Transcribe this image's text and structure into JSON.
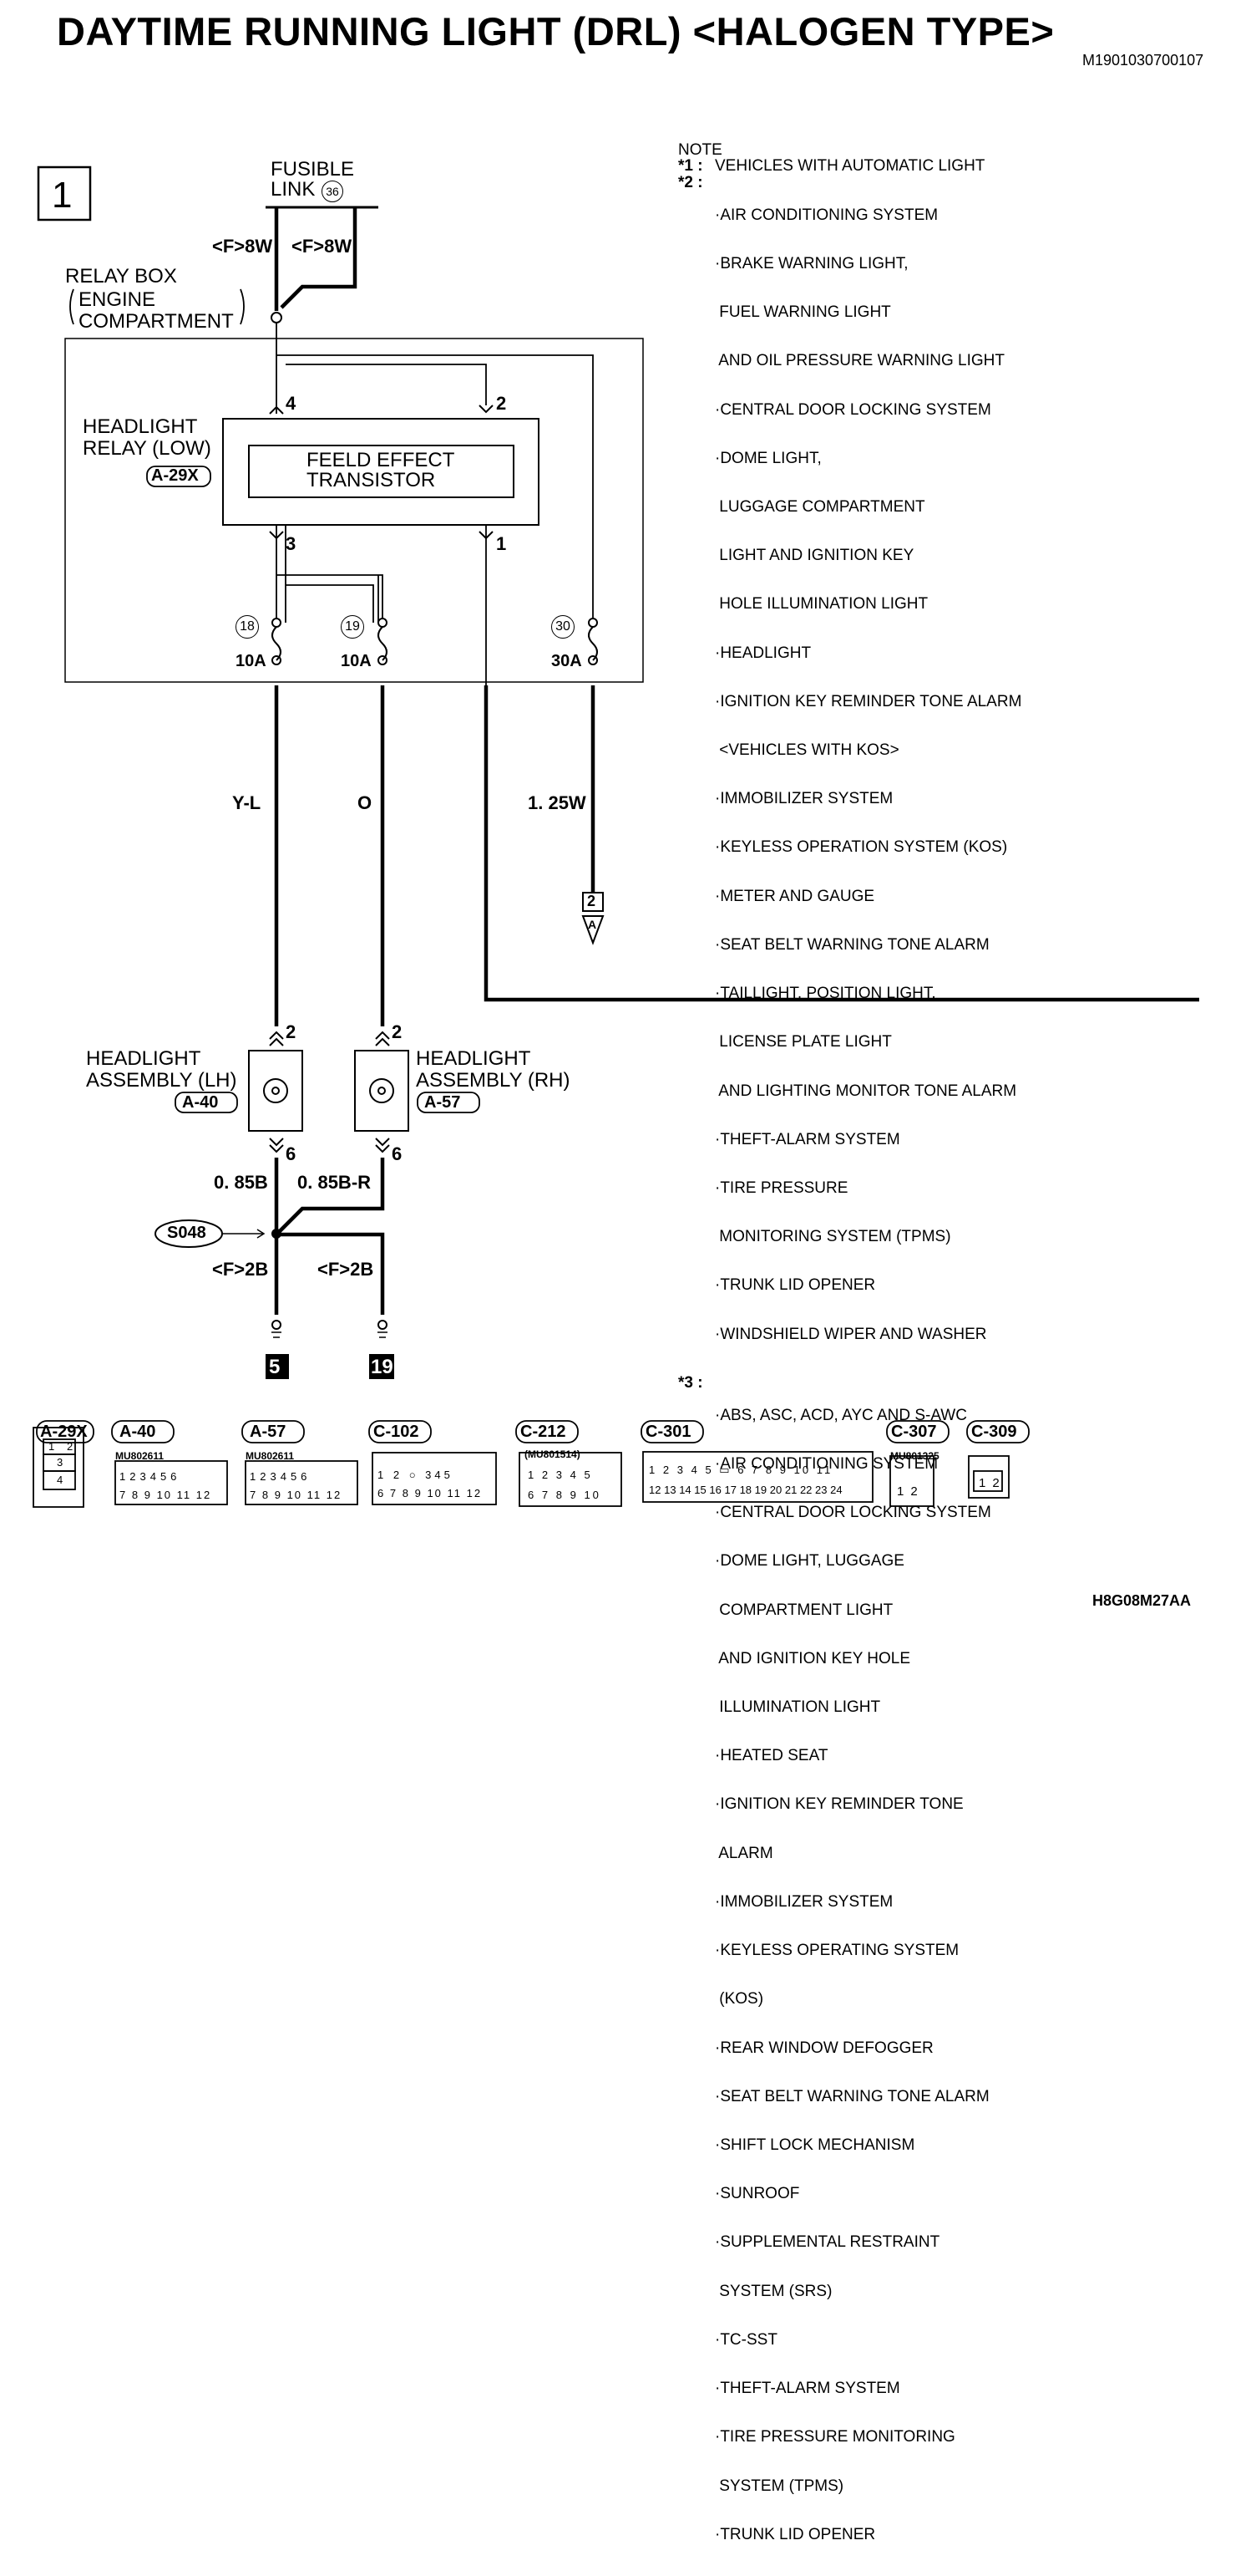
{
  "header": {
    "title": "DAYTIME RUNNING LIGHT (DRL) <HALOGEN TYPE>",
    "doc_id": "M1901030700107",
    "footer_id": "H8G08M27AA"
  },
  "page_box": {
    "number": "1"
  },
  "fusible_link": {
    "label_line1": "FUSIBLE",
    "label_line2": "LINK",
    "number": "36"
  },
  "wires": {
    "f8w_left": "<F>8W",
    "f8w_right": "<F>8W",
    "y_l": "Y-L",
    "o": "O",
    "w125": "1. 25W",
    "b085": "0. 85B",
    "br085": "0. 85B-R",
    "f2b_left": "<F>2B",
    "f2b_right": "<F>2B"
  },
  "relay_box": {
    "line1": "RELAY BOX",
    "line2": "ENGINE",
    "line3": "COMPARTMENT"
  },
  "headlight_relay": {
    "line1": "HEADLIGHT",
    "line2": "RELAY (LOW)",
    "connector": "A-29X",
    "fet_line1": "FEELD EFFECT",
    "fet_line2": "TRANSISTOR",
    "pins": {
      "p4": "4",
      "p2": "2",
      "p3": "3",
      "p1": "1"
    }
  },
  "fuses": [
    {
      "number": "18",
      "rating": "10A"
    },
    {
      "number": "19",
      "rating": "10A"
    },
    {
      "number": "30",
      "rating": "30A"
    }
  ],
  "connector_ref": {
    "page": "2",
    "letter": "A"
  },
  "headlight_lh": {
    "line1": "HEADLIGHT",
    "line2": "ASSEMBLY (LH)",
    "connector": "A-40",
    "pin_top": "2",
    "pin_bottom": "6"
  },
  "headlight_rh": {
    "line1": "HEADLIGHT",
    "line2": "ASSEMBLY (RH)",
    "connector": "A-57",
    "pin_top": "2",
    "pin_bottom": "6"
  },
  "splice": "S048",
  "grounds": [
    "5",
    "19"
  ],
  "note": {
    "heading": "NOTE",
    "items": [
      {
        "mark": "*1 :",
        "lines": [
          "VEHICLES WITH AUTOMATIC LIGHT"
        ]
      },
      {
        "mark": "*2 :",
        "lines": [
          "·AIR CONDITIONING SYSTEM",
          "·BRAKE WARNING LIGHT,",
          " FUEL WARNING LIGHT",
          " AND OIL PRESSURE WARNING LIGHT",
          "·CENTRAL DOOR LOCKING SYSTEM",
          "·DOME LIGHT,",
          " LUGGAGE COMPARTMENT",
          " LIGHT AND IGNITION KEY",
          " HOLE ILLUMINATION LIGHT",
          "·HEADLIGHT",
          "·IGNITION KEY REMINDER TONE ALARM",
          " <VEHICLES WITH KOS>",
          "·IMMOBILIZER SYSTEM",
          "·KEYLESS OPERATION SYSTEM (KOS)",
          "·METER AND GAUGE",
          "·SEAT BELT WARNING TONE ALARM",
          "·TAILLIGHT, POSITION LIGHT,",
          " LICENSE PLATE LIGHT",
          " AND LIGHTING MONITOR TONE ALARM",
          "·THEFT-ALARM SYSTEM",
          "·TIRE PRESSURE",
          " MONITORING SYSTEM (TPMS)",
          "·TRUNK LID OPENER",
          "·WINDSHIELD WIPER AND WASHER"
        ]
      },
      {
        "mark": "*3 :",
        "lines": [
          "·ABS, ASC, ACD, AYC AND S-AWC",
          "·AIR CONDITIONING SYSTEM",
          "·CENTRAL DOOR LOCKING SYSTEM",
          "·DOME LIGHT, LUGGAGE",
          " COMPARTMENT LIGHT",
          " AND IGNITION KEY HOLE",
          " ILLUMINATION LIGHT",
          "·HEATED SEAT",
          "·IGNITION KEY REMINDER TONE",
          " ALARM",
          "·IMMOBILIZER SYSTEM",
          "·KEYLESS OPERATING SYSTEM",
          " (KOS)",
          "·REAR WINDOW DEFOGGER",
          "·SEAT BELT WARNING TONE ALARM",
          "·SHIFT LOCK MECHANISM",
          "·SUNROOF",
          "·SUPPLEMENTAL RESTRAINT",
          " SYSTEM (SRS)",
          "·TC-SST",
          "·THEFT-ALARM SYSTEM",
          "·TIRE PRESSURE MONITORING",
          " SYSTEM (TPMS)",
          "·TRUNK LID OPENER"
        ]
      }
    ]
  },
  "connector_legend": [
    {
      "id": "A-29X",
      "part": "",
      "pins": [
        "1",
        "2",
        "3",
        "4"
      ]
    },
    {
      "id": "A-40",
      "part": "MU802611",
      "pins": [
        "1",
        "2",
        "3",
        "4",
        "5",
        "6",
        "7",
        "8",
        "9",
        "10",
        "11",
        "12"
      ]
    },
    {
      "id": "A-57",
      "part": "MU802611",
      "pins": [
        "1",
        "2",
        "3",
        "4",
        "5",
        "6",
        "7",
        "8",
        "9",
        "10",
        "11",
        "12"
      ]
    },
    {
      "id": "C-102",
      "part": "",
      "pins": [
        "1",
        "2",
        "3",
        "4",
        "5",
        "6",
        "7",
        "8",
        "9",
        "10",
        "11",
        "12"
      ]
    },
    {
      "id": "C-212",
      "part": "(MU801514)",
      "pins": [
        "1",
        "2",
        "3",
        "4",
        "5",
        "6",
        "7",
        "8",
        "9",
        "10"
      ]
    },
    {
      "id": "C-301",
      "part": "",
      "pins": [
        "1",
        "2",
        "3",
        "4",
        "5",
        "6",
        "7",
        "8",
        "9",
        "10",
        "11",
        "12",
        "13",
        "14",
        "15",
        "16",
        "17",
        "18",
        "19",
        "20",
        "21",
        "22",
        "23",
        "24"
      ]
    },
    {
      "id": "C-307",
      "part": "MU801325",
      "pins": [
        "1",
        "2"
      ]
    },
    {
      "id": "C-309",
      "part": "",
      "pins": [
        "1",
        "2"
      ]
    }
  ]
}
